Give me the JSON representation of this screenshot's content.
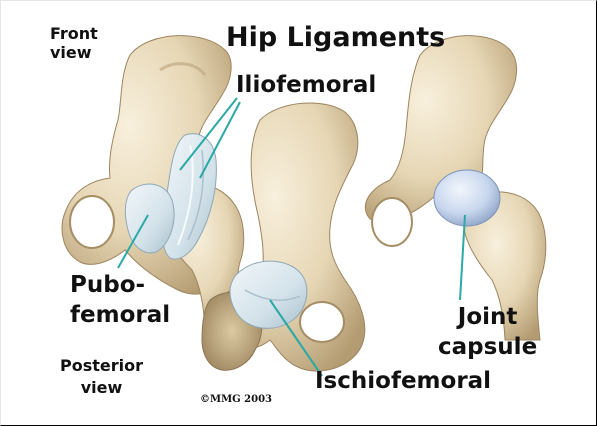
{
  "labels": {
    "title": "Hip Ligaments",
    "front_view_line1": "Front",
    "front_view_line2": "view",
    "iliofemoral": "Iliofemoral",
    "pubofemoral_line1": "Pubo-",
    "pubofemoral_line2": "femoral",
    "posterior_view_line1": "Posterior",
    "posterior_view_line2": "view",
    "joint_capsule_line1": "Joint",
    "joint_capsule_line2": "capsule",
    "ischiofemoral": "Ischiofemoral",
    "copyright": "©MMG 2003"
  },
  "colors": {
    "bone": "#e9dcc0",
    "bone_shadow": "#b9a27a",
    "ligament": "#d8e6ef",
    "capsule": "#c3d4ec",
    "leader_line": "#2aa9a6"
  }
}
